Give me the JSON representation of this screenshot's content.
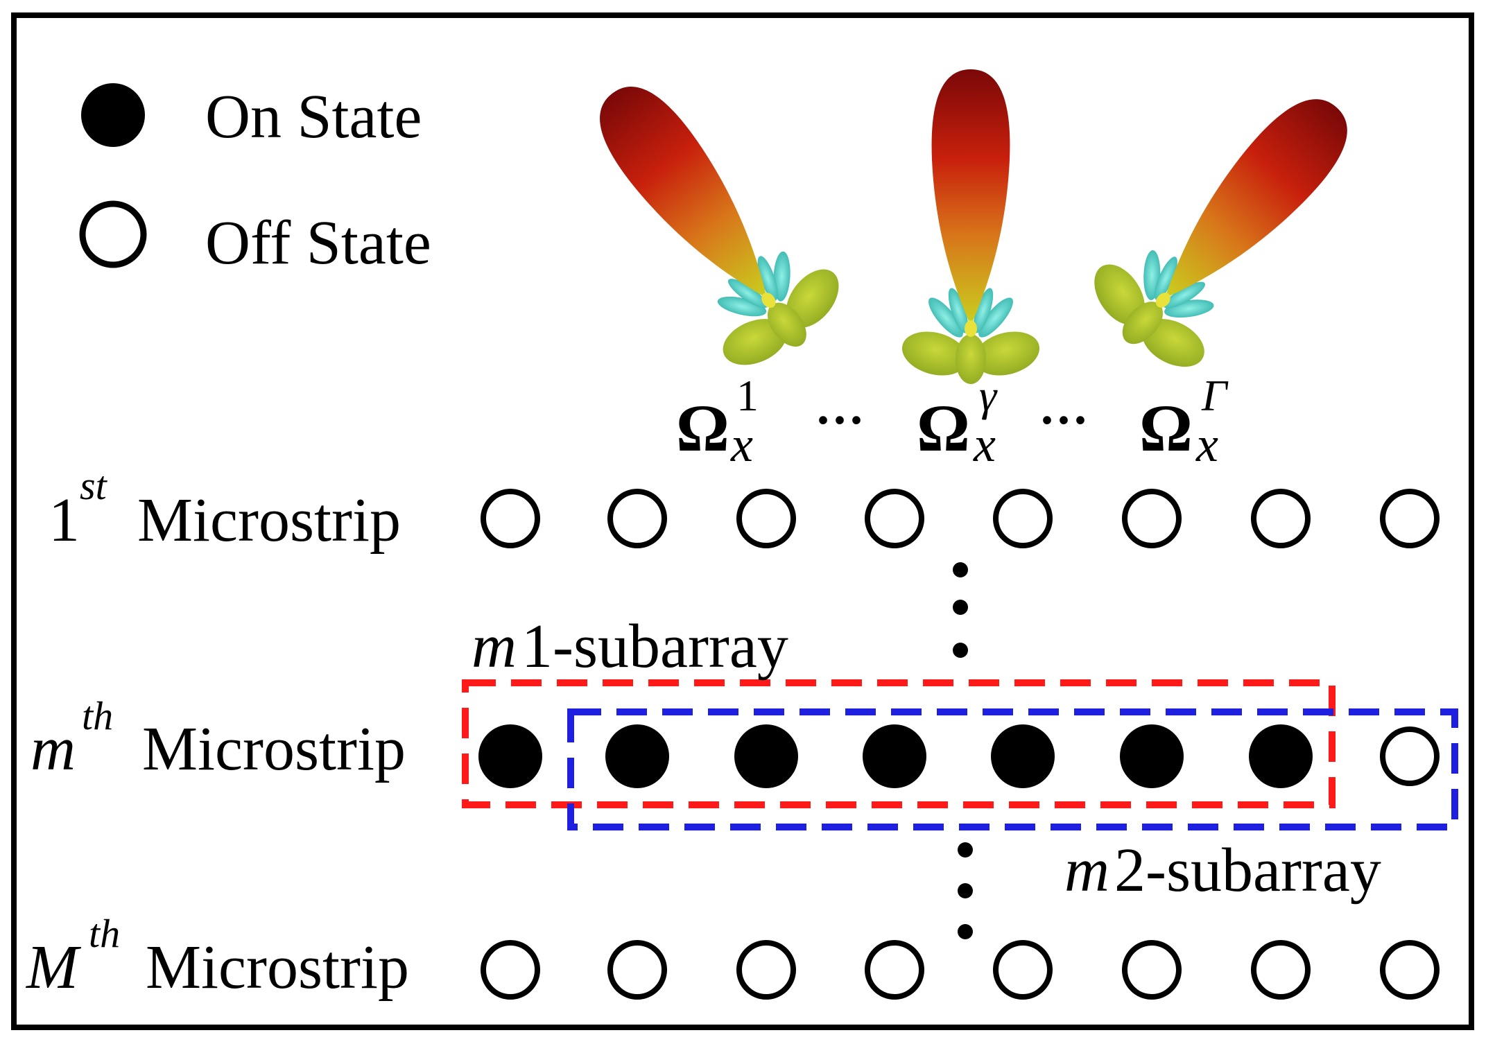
{
  "legend": {
    "on_label": "On State",
    "off_label": "Off State"
  },
  "beams": {
    "symbol": "Ω",
    "subscript": "x",
    "superscripts": [
      "1",
      "γ",
      "Γ"
    ],
    "ellipsis": "···"
  },
  "rows": [
    {
      "prefix": "1",
      "sup": "st",
      "label": "Microstrip",
      "states": [
        "off",
        "off",
        "off",
        "off",
        "off",
        "off",
        "off",
        "off"
      ]
    },
    {
      "prefix": "m",
      "sup": "th",
      "label": "Microstrip",
      "states": [
        "on",
        "on",
        "on",
        "on",
        "on",
        "on",
        "on",
        "off"
      ]
    },
    {
      "prefix": "M",
      "sup": "th",
      "label": "Microstrip",
      "states": [
        "off",
        "off",
        "off",
        "off",
        "off",
        "off",
        "off",
        "off"
      ]
    }
  ],
  "subarrays": {
    "m1": {
      "var": "m",
      "suffix": "1-subarray",
      "color": "#ff1a1a"
    },
    "m2": {
      "var": "m",
      "suffix": "2-subarray",
      "color": "#1f1fe0"
    }
  },
  "colors": {
    "on_fill": "#000000",
    "lobe_red": "#9c1010",
    "lobe_yellow": "#c8d41e",
    "side_cyan": "#37c9c0",
    "back_green": "#a4c32a"
  }
}
